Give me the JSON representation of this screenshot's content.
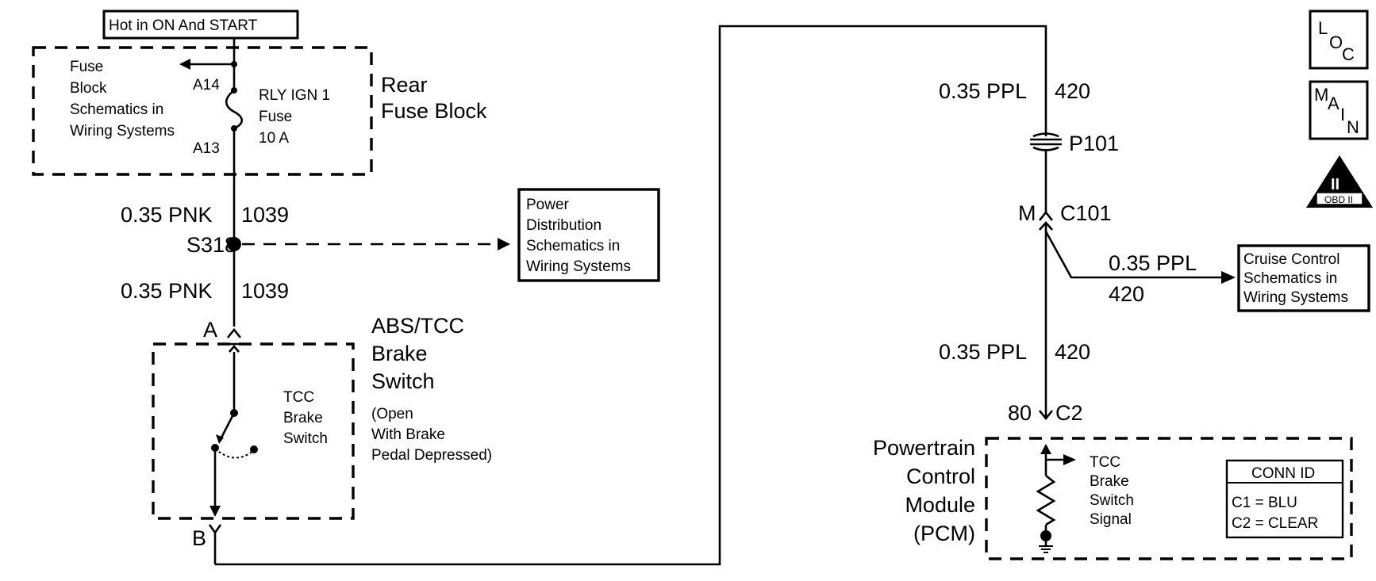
{
  "header_box": "Hot in ON And START",
  "rear_fuse_block": {
    "title_line1": "Rear",
    "title_line2": "Fuse Block",
    "ref_lines": [
      "Fuse",
      "Block",
      "Schematics in",
      "Wiring Systems"
    ],
    "pin_top": "A14",
    "pin_bottom": "A13",
    "fuse_lines": [
      "RLY IGN 1",
      "Fuse",
      "10 A"
    ]
  },
  "wire_upper": {
    "gauge_color": "0.35 PNK",
    "circuit": "1039"
  },
  "splice": "S318",
  "power_distribution_box": [
    "Power",
    "Distribution",
    "Schematics in",
    "Wiring Systems"
  ],
  "wire_lower": {
    "gauge_color": "0.35 PNK",
    "circuit": "1039"
  },
  "abs_switch": {
    "pin_top": "A",
    "pin_bottom": "B",
    "title_lines": [
      "ABS/TCC",
      "Brake",
      "Switch"
    ],
    "note_lines": [
      "(Open",
      "With Brake",
      "Pedal Depressed)"
    ],
    "inner_label_lines": [
      "TCC",
      "Brake",
      "Switch"
    ]
  },
  "right_wire_top": {
    "gauge_color": "0.35 PPL",
    "circuit": "420"
  },
  "p101": "P101",
  "c101": {
    "pin": "M",
    "connector": "C101"
  },
  "cruise_branch": {
    "gauge_color": "0.35 PPL",
    "circuit": "420"
  },
  "cruise_box": [
    "Cruise Control",
    "Schematics in",
    "Wiring Systems"
  ],
  "right_wire_bottom": {
    "gauge_color": "0.35 PPL",
    "circuit": "420"
  },
  "c2": {
    "pin": "80",
    "connector": "C2"
  },
  "pcm": {
    "title_lines": [
      "Powertrain",
      "Control",
      "Module",
      "(PCM)"
    ],
    "signal_lines": [
      "TCC",
      "Brake",
      "Switch",
      "Signal"
    ]
  },
  "conn_id": {
    "title": "CONN ID",
    "rows": [
      "C1 = BLU",
      "C2 = CLEAR"
    ]
  },
  "nav_icons": {
    "loc": {
      "letters": [
        "L",
        "O",
        "C"
      ]
    },
    "main": {
      "letters": [
        "M",
        "A",
        "I",
        "N"
      ]
    },
    "obd": {
      "numeral": "II",
      "label": "OBD II"
    }
  }
}
